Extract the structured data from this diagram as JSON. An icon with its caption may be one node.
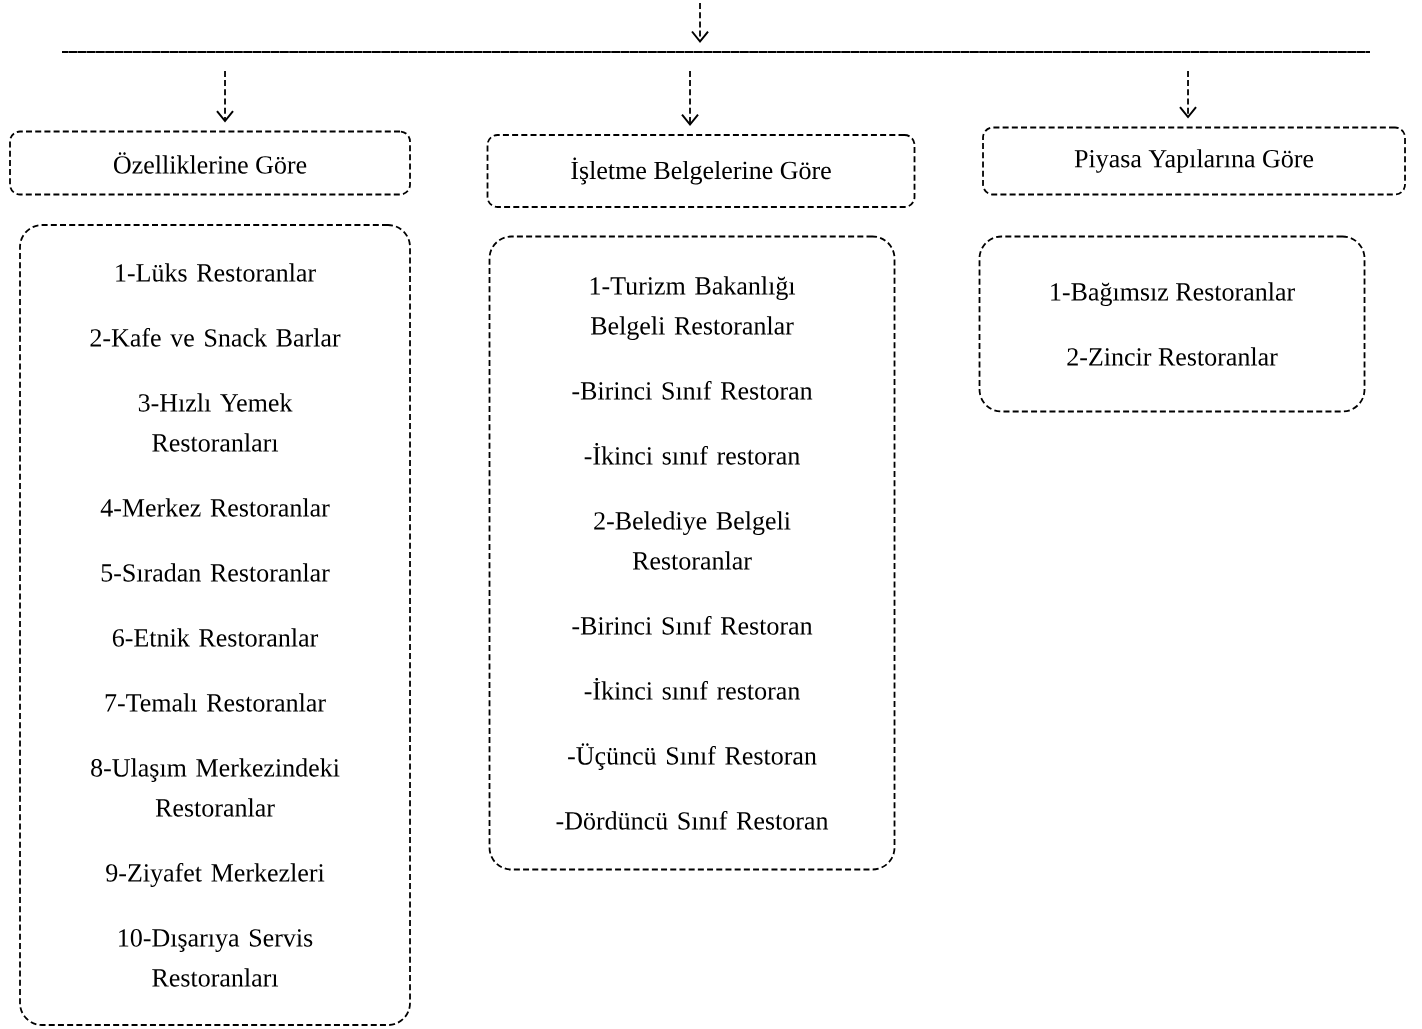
{
  "diagram": {
    "nodes": [
      {
        "text": [],
        "shape": "bar"
      },
      {
        "text": [
          "Özelliklerine Göre"
        ]
      },
      {
        "text": [
          "1-Lüks Restoranlar",
          "2-Kafe ve Snack Barlar",
          "3-Hızlı Yemek Restoranları",
          "4-Merkez Restoranlar",
          "5-Sıradan Restoranlar",
          "6-Etnik Restoranlar",
          "7-Temalı Restoranlar",
          "8-Ulaşım Merkezindeki Restoranlar",
          "9-Ziyafet Merkezleri",
          "10-Dışarıya Servis Restoranları"
        ]
      },
      {
        "text": [
          "İşletme Belgelerine Göre"
        ]
      },
      {
        "text": [
          "1-Turizm Bakanlığı Belgeli Restoranlar",
          "-Birinci Sınıf Restoran",
          "-İkinci sınıf restoran",
          "2-Belediye Belgeli Restoranlar",
          "-Birinci Sınıf Restoran",
          "-İkinci sınıf restoran",
          "-Üçüncü Sınıf Restoran",
          "-Dördüncü Sınıf Restoran"
        ]
      },
      {
        "text": [
          "Piyasa Yapılarına Göre"
        ]
      },
      {
        "text": [
          "1-Bağımsız Restoranlar",
          "2-Zincir Restoranlar"
        ]
      }
    ],
    "edges": [
      {
        "from": null,
        "to": 0,
        "arrow": "to",
        "style": "dashed"
      },
      {
        "from": 0,
        "to": 1,
        "arrow": "to",
        "style": "dashed"
      },
      {
        "from": 0,
        "to": 3,
        "arrow": "to",
        "style": "dashed"
      },
      {
        "from": 0,
        "to": 5,
        "arrow": "to",
        "style": "dashed"
      }
    ]
  }
}
